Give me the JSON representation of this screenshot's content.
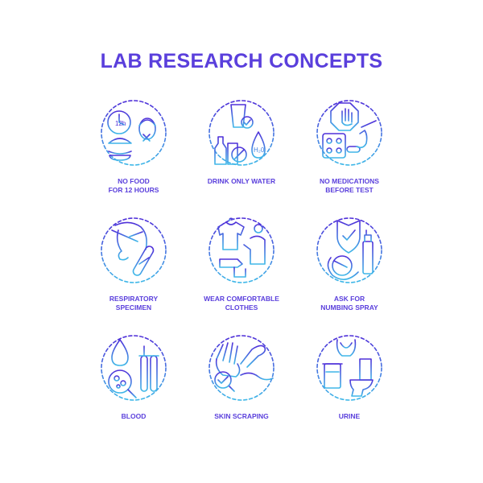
{
  "title": "LAB RESEARCH CONCEPTS",
  "colors": {
    "title": "#5a3fdc",
    "gradient_top": "#4f2fd9",
    "gradient_bottom": "#3fb8e8"
  },
  "concepts": [
    {
      "label": "NO FOOD\nFOR 12 HOURS",
      "icon": "fasting-clock-burger-icon",
      "icon_text": "12h"
    },
    {
      "label": "DRINK ONLY WATER",
      "icon": "water-glass-bottles-icon",
      "icon_text": "H₂0"
    },
    {
      "label": "NO MEDICATIONS\nBEFORE TEST",
      "icon": "no-pills-hand-icon"
    },
    {
      "label": "RESPIRATORY\nSPECIMEN",
      "icon": "nasal-swab-test-tube-icon"
    },
    {
      "label": "WEAR COMFORTABLE\nCLOTHES",
      "icon": "tshirt-rolled-sleeve-icon"
    },
    {
      "label": "ASK FOR\nNUMBING SPRAY",
      "icon": "shield-spray-bottle-icon"
    },
    {
      "label": "BLOOD",
      "icon": "blood-drop-tubes-icon"
    },
    {
      "label": "SKIN SCRAPING",
      "icon": "hand-scalpel-magnifier-icon"
    },
    {
      "label": "URINE",
      "icon": "bladder-cup-toilet-icon"
    }
  ]
}
